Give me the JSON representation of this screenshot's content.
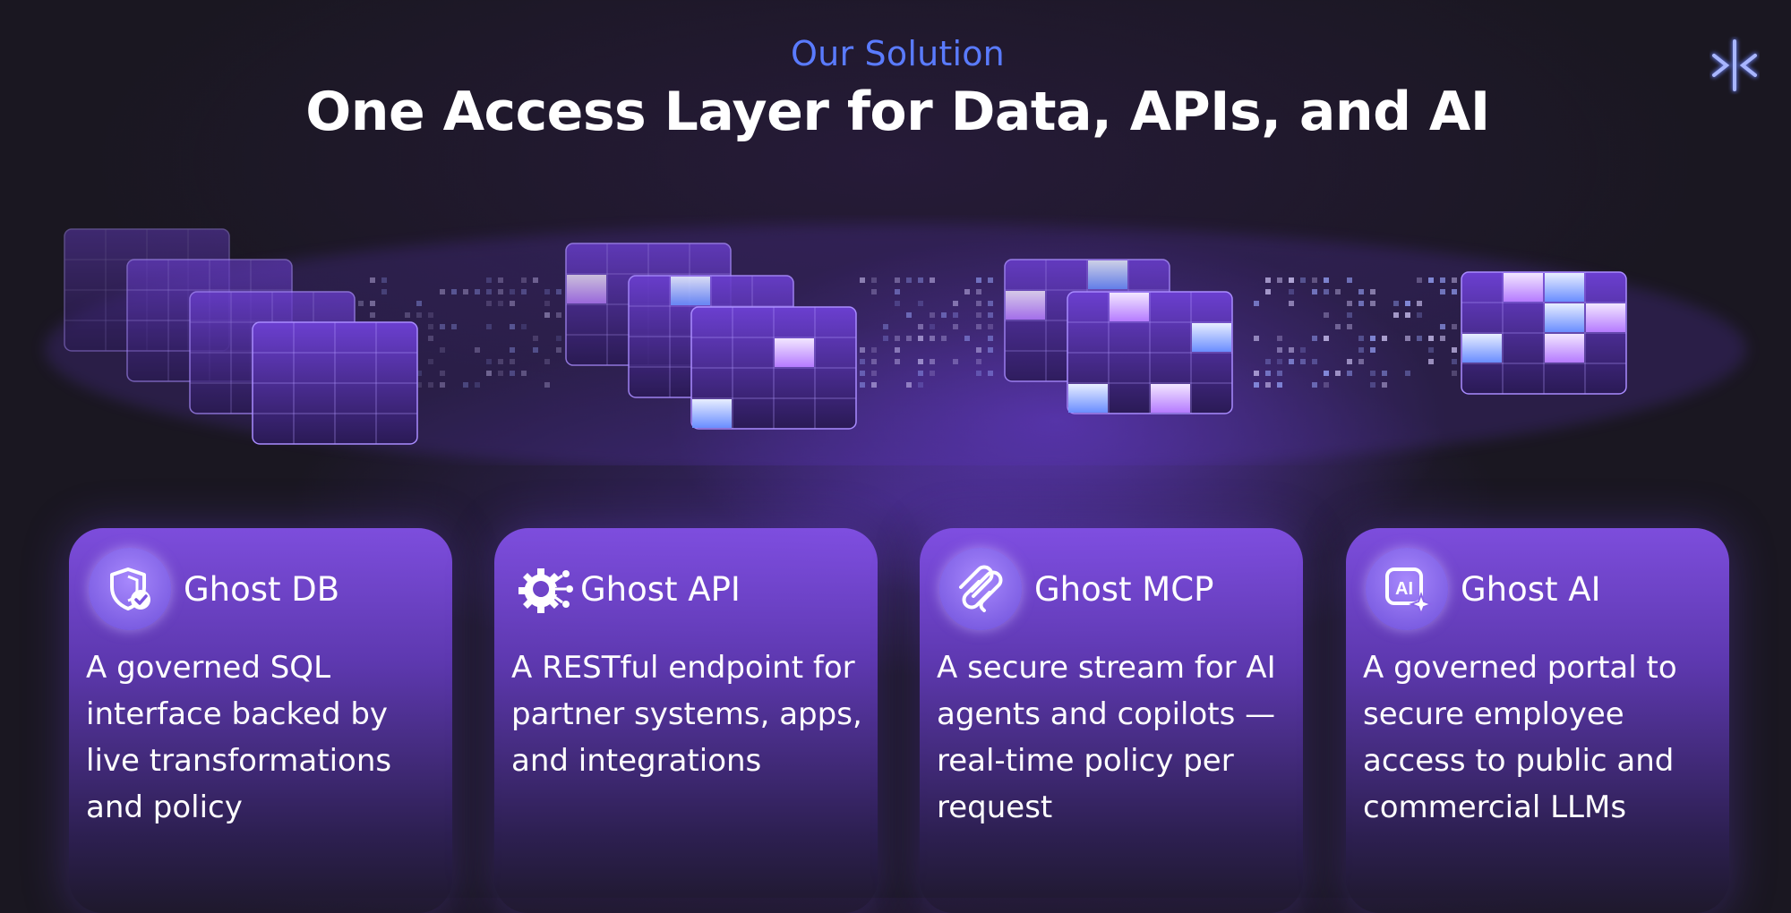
{
  "header": {
    "eyebrow": "Our Solution",
    "title": "One Access Layer for Data, APIs, and AI"
  },
  "logo": {
    "icon": "brand-logo-icon"
  },
  "colors": {
    "accent_blue": "#5a7bff",
    "card_purple": "#7d4fe0",
    "background": "#1a1721"
  },
  "cards": [
    {
      "title": "Ghost DB",
      "icon": "shield-check-icon",
      "description": "A governed SQL interface backed by live transformations and policy"
    },
    {
      "title": "Ghost API",
      "icon": "gear-network-icon",
      "description": "A RESTful endpoint for partner systems, apps, and integrations"
    },
    {
      "title": "Ghost MCP",
      "icon": "mcp-icon",
      "description": "A secure stream for AI agents and copilots — real-time policy per request"
    },
    {
      "title": "Ghost AI",
      "icon": "ai-sparkle-icon",
      "description": "A governed portal to secure employee access to public and commercial  LLMs"
    }
  ]
}
